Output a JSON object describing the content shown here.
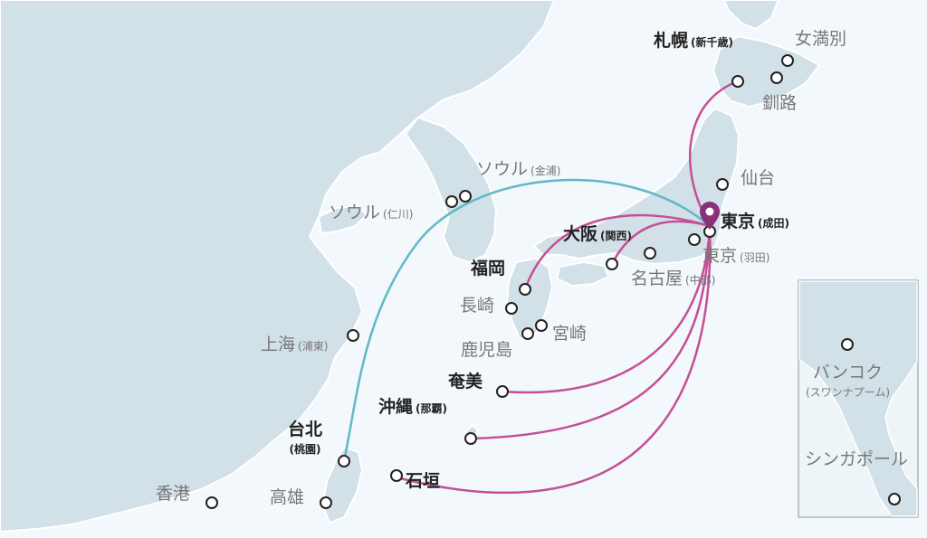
{
  "colors": {
    "sea": "#f2f8fb",
    "land": "#d2e0e8",
    "coast": "#ffffff",
    "route_domestic": "#c54f98",
    "route_seoul": "#5fb9c7",
    "hub_pin": "#8a2f7b",
    "dot_stroke": "#222222"
  },
  "hub": {
    "name": "東京",
    "sub": "(成田)"
  },
  "labels": {
    "sapporo": {
      "name": "札幌",
      "sub": "(新千歳)"
    },
    "memanbetsu": {
      "name": "女満別"
    },
    "kushiro": {
      "name": "釧路"
    },
    "sendai": {
      "name": "仙台"
    },
    "seoul_gimpo": {
      "name": "ソウル",
      "sub": "(金浦)"
    },
    "seoul_incheon": {
      "name": "ソウル",
      "sub": "(仁川)"
    },
    "osaka": {
      "name": "大阪",
      "sub": "(関西)"
    },
    "haneda": {
      "name": "東京",
      "sub": "(羽田)"
    },
    "nagoya": {
      "name": "名古屋",
      "sub": "(中部)"
    },
    "fukuoka": {
      "name": "福岡"
    },
    "nagasaki": {
      "name": "長崎"
    },
    "miyazaki": {
      "name": "宮崎"
    },
    "kagoshima": {
      "name": "鹿児島"
    },
    "amami": {
      "name": "奄美"
    },
    "okinawa": {
      "name": "沖縄",
      "sub": "(那覇)"
    },
    "shanghai": {
      "name": "上海",
      "sub": "(浦東)"
    },
    "taipei": {
      "name": "台北",
      "sub": "(桃園)"
    },
    "ishigaki": {
      "name": "石垣"
    },
    "hongkong": {
      "name": "香港"
    },
    "kaohsiung": {
      "name": "高雄"
    },
    "bangkok": {
      "name": "バンコク",
      "sub": "(スワンナプーム)"
    },
    "singapore": {
      "name": "シンガポール"
    }
  }
}
